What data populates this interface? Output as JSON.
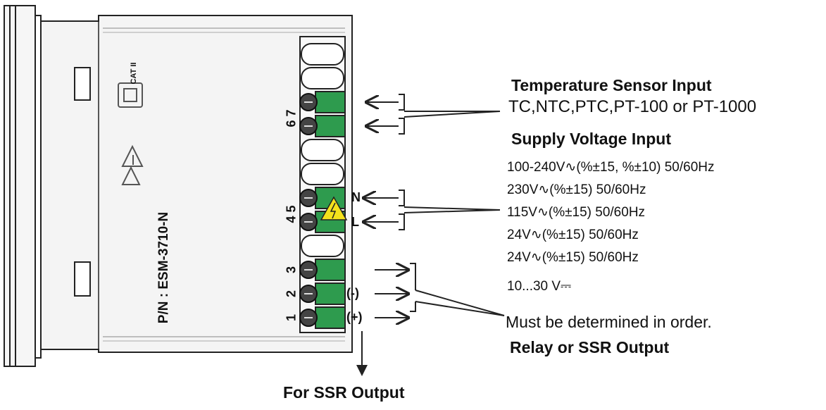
{
  "device": {
    "part_number": "P/N : ESM-3710-N",
    "category_mark": "CAT II",
    "terminal_numbers": {
      "t1": "1",
      "t2": "2",
      "t3": "3",
      "t45": "4 5",
      "t67": "6 7"
    },
    "pin_labels": {
      "neutral": "N",
      "line": "L",
      "minus": "(-)",
      "plus": "(+)"
    }
  },
  "labels": {
    "temp_title": "Temperature Sensor Input",
    "temp_types": "TC,NTC,PTC,PT-100 or PT-1000",
    "supply_title": "Supply Voltage Input",
    "supply_options": [
      "100-240V∿(%±15, %±10) 50/60Hz",
      "230V∿(%±15) 50/60Hz",
      "115V∿(%±15) 50/60Hz",
      "24V∿(%±15) 50/60Hz",
      "24V∿(%±15) 50/60Hz",
      "10...30 V⎓"
    ],
    "order_note": "Must be determined in order.",
    "relay_title": "Relay or SSR Output",
    "ssr_title": "For SSR Output"
  },
  "colors": {
    "terminal_green": "#2e9b4e",
    "warning_yellow": "#f4e21c",
    "outline": "#222222",
    "housing": "#f4f4f4"
  }
}
